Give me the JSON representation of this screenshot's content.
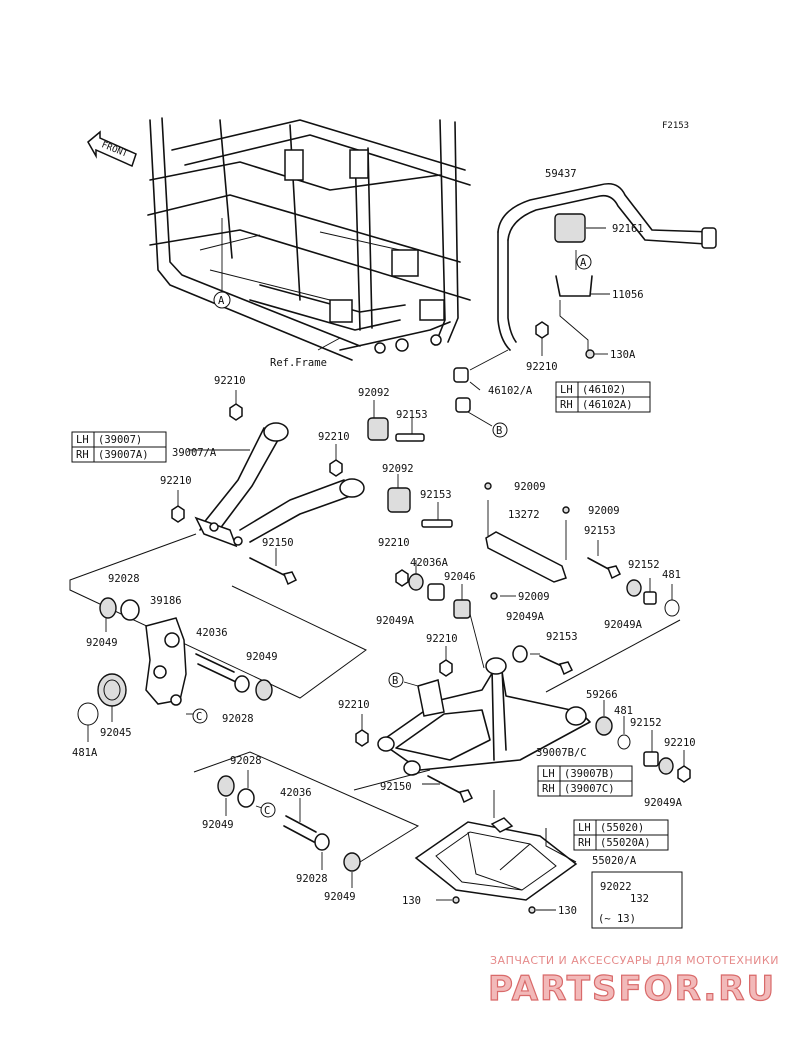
{
  "figure_id": "F2153",
  "front_label": "FRONT",
  "ref_frame": "Ref.Frame",
  "parts": {
    "p59437": "59437",
    "p92161": "92161",
    "p11056": "11056",
    "p130A": "130A",
    "p92210_stab": "92210",
    "p46102A": "46102/A",
    "p92210_a": "92210",
    "p92092_a": "92092",
    "p92153_a": "92153",
    "p92210_b": "92210",
    "p39007A": "39007/A",
    "p92092_b": "92092",
    "p92210_c": "92210",
    "p92153_b": "92153",
    "p92150_a": "92150",
    "p92009_a": "92009",
    "p92009_b": "92009",
    "p13272": "13272",
    "p92153_c": "92153",
    "p92152_a": "92152",
    "p481_a": "481",
    "p92049A_a": "92049A",
    "p92210_d": "92210",
    "p42036A": "42036A",
    "p92046": "92046",
    "p92049A_b": "92049A",
    "p92009_c": "92009",
    "p92049A_c": "92049A",
    "p92153_d": "92153",
    "p92210_e": "92210",
    "p92028_a": "92028",
    "p39186": "39186",
    "p42036_a": "42036",
    "p92049_a": "92049",
    "p92049_b": "92049",
    "p92028_b": "92028",
    "p481A": "481A",
    "p92045": "92045",
    "p59266": "59266",
    "p481_b": "481",
    "p92152_b": "92152",
    "p92210_f": "92210",
    "p92210_g": "92210",
    "p39007BC": "39007B/C",
    "p92049A_d": "92049A",
    "p92150_b": "92150",
    "p92028_c": "92028",
    "p42036_b": "42036",
    "p92049_c": "92049",
    "p92028_d": "92028",
    "p92049_d": "92049",
    "p55020A": "55020/A",
    "p92022": "92022",
    "p132": "132",
    "p13note": "(~ 13)",
    "p130_a": "130",
    "p130_b": "130"
  },
  "callouts": {
    "A1": "A",
    "A2": "A",
    "B1": "B",
    "B2": "B",
    "C1": "C",
    "C2": "C"
  },
  "tables": {
    "stab_link": {
      "lh_tag": "LH",
      "lh_val": "(46102)",
      "rh_tag": "RH",
      "rh_val": "(46102A)"
    },
    "upper_arm": {
      "lh_tag": "LH",
      "lh_val": "(39007)",
      "rh_tag": "RH",
      "rh_val": "(39007A)"
    },
    "lower_arm": {
      "lh_tag": "LH",
      "lh_val": "(39007B)",
      "rh_tag": "RH",
      "rh_val": "(39007C)"
    },
    "guard": {
      "lh_tag": "LH",
      "lh_val": "(55020)",
      "rh_tag": "RH",
      "rh_val": "(55020A)"
    }
  },
  "watermark": {
    "line1": "ЗАПЧАСТИ И АКСЕССУАРЫ ДЛЯ МОТОТЕХНИКИ",
    "line2": "PARTSFOR.RU"
  }
}
